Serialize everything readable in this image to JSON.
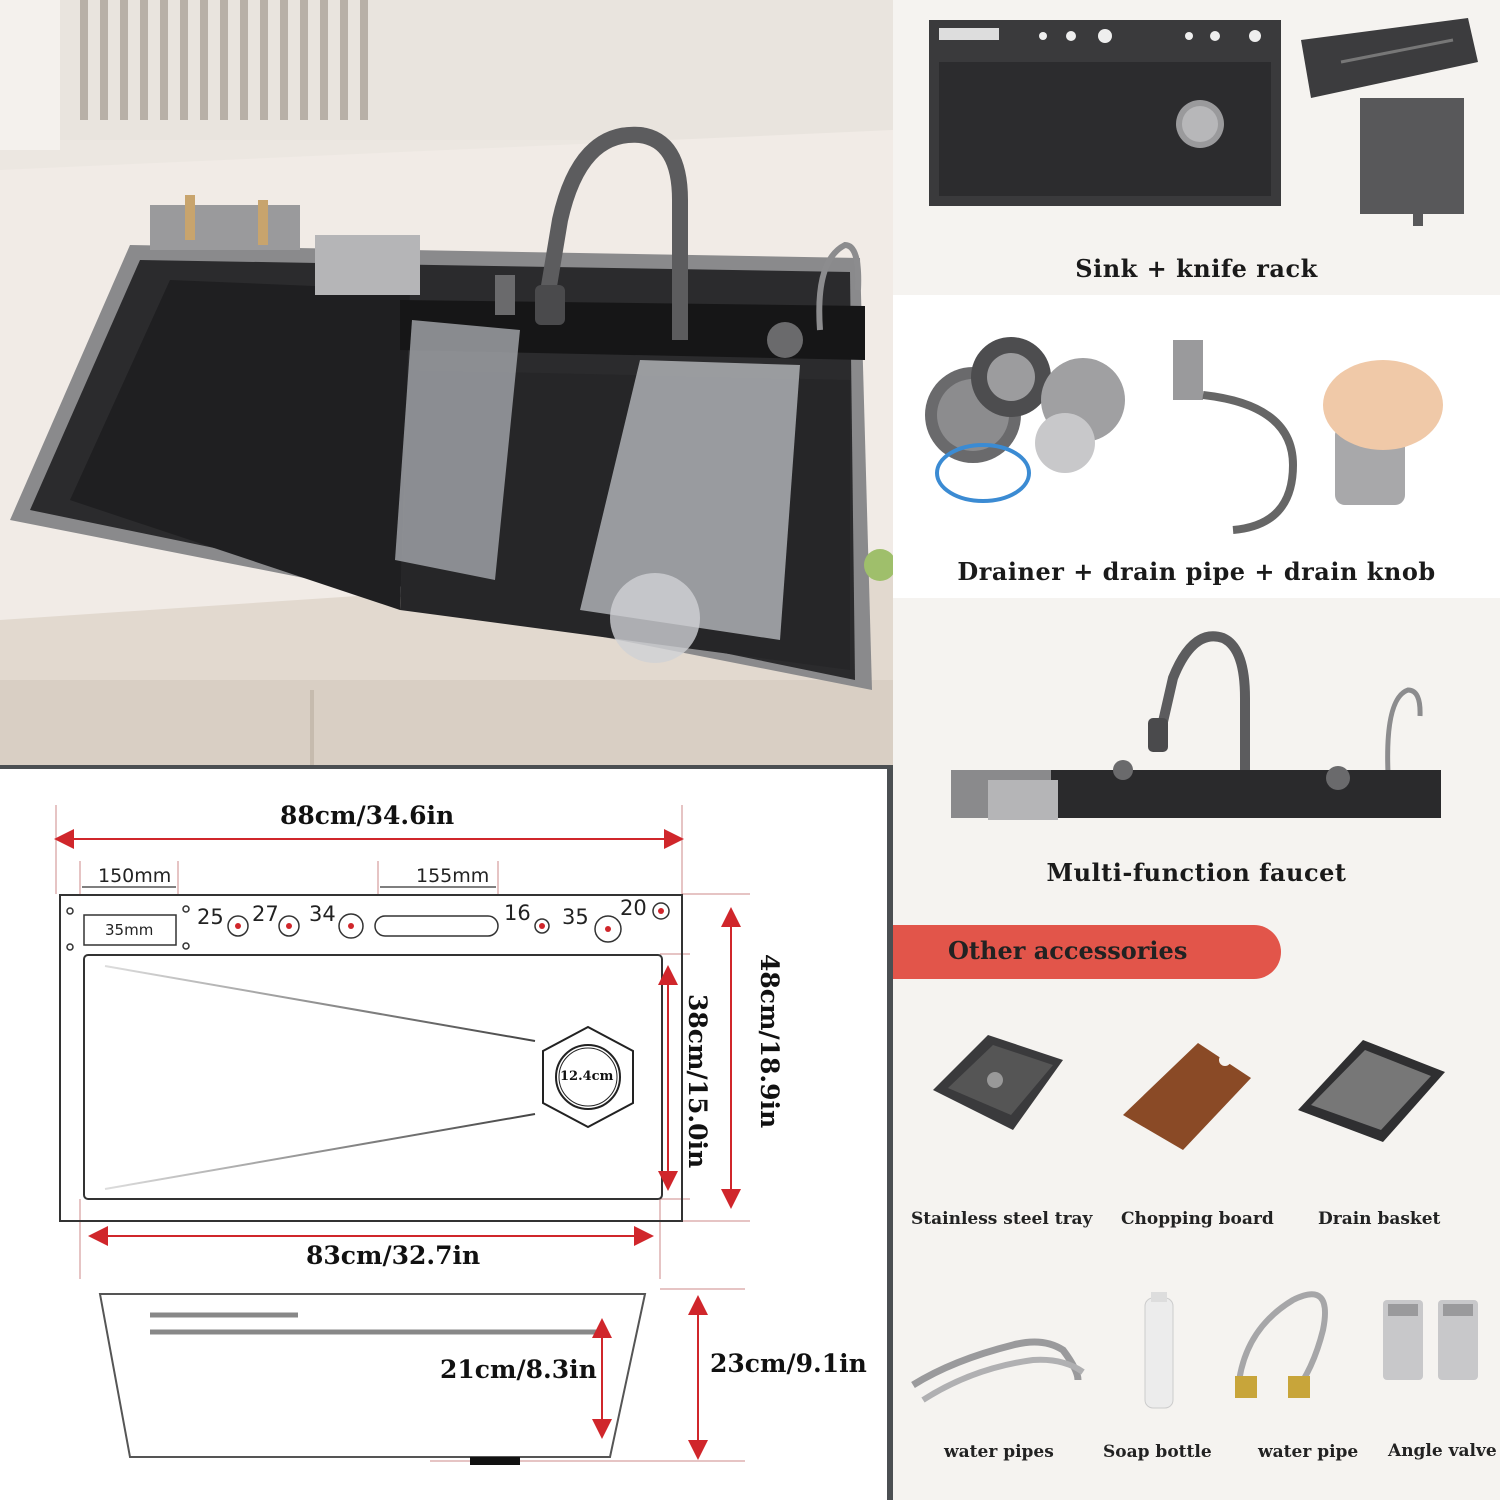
{
  "products": {
    "sink_knife_rack": "Sink + knife rack",
    "drainer": "Drainer + drain pipe + drain knob",
    "faucet": "Multi-function faucet"
  },
  "accessories": {
    "header": "Other accessories",
    "items": [
      {
        "label": "Stainless steel tray"
      },
      {
        "label": "Chopping board"
      },
      {
        "label": "Drain basket"
      },
      {
        "label": "water pipes"
      },
      {
        "label": "Soap bottle"
      },
      {
        "label": "water pipe"
      },
      {
        "label": "Angle valve"
      }
    ]
  },
  "diagram": {
    "width_total": "88cm/34.6in",
    "width_basin": "83cm/32.7in",
    "depth_total": "48cm/18.9in",
    "depth_basin": "38cm/15.0in",
    "height_total": "23cm/9.1in",
    "height_basin": "21cm/8.3in",
    "knife_slot": "150mm",
    "display_slot": "155mm",
    "slot_height": "35mm",
    "drain_dia": "12.4cm",
    "holes": [
      "25",
      "27",
      "34",
      "16",
      "35",
      "20"
    ]
  },
  "colors": {
    "dimension_red": "#d0262b",
    "banner_red": "#e2554a",
    "sink_black": "#2b2b2d"
  }
}
